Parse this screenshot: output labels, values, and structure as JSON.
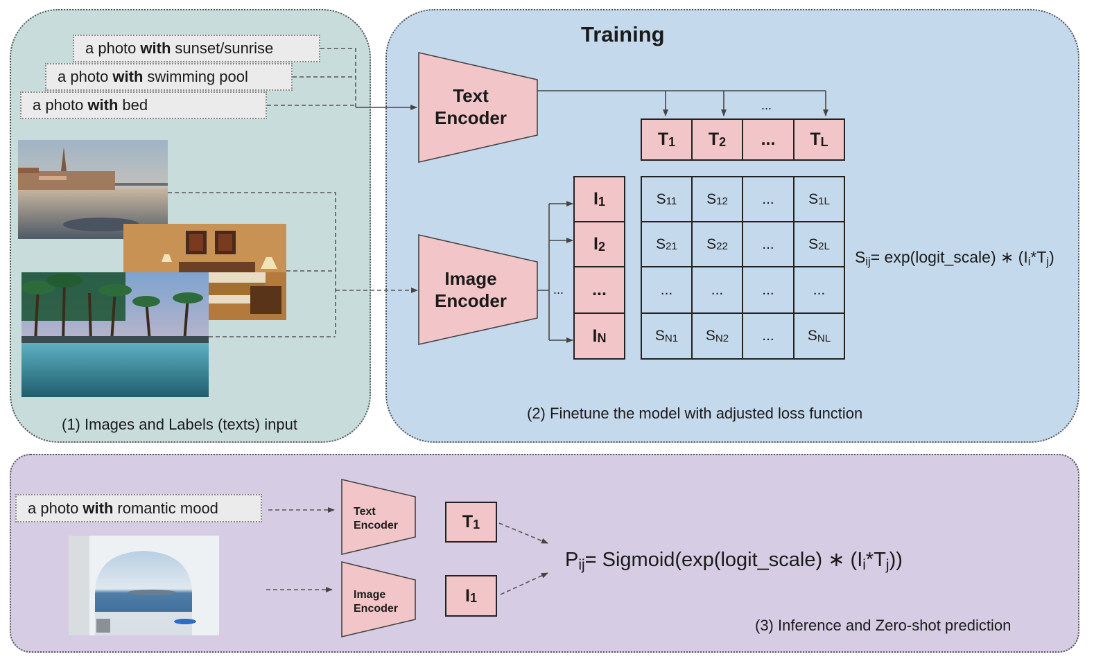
{
  "training_title": "Training",
  "captions": {
    "inputs": "(1)  Images and Labels (texts) input",
    "finetune": "(2)  Finetune the model with adjusted loss function",
    "inference": "(3)  Inference and Zero-shot prediction"
  },
  "labels": [
    {
      "prefix": "a photo",
      "bold": "with",
      "suffix": "sunset/sunrise"
    },
    {
      "prefix": "a photo",
      "bold": "with",
      "suffix": "swimming pool"
    },
    {
      "prefix": "a photo",
      "bold": "with",
      "suffix": "bed"
    }
  ],
  "inference_label": {
    "prefix": "a photo",
    "bold": "with",
    "suffix": "romantic mood"
  },
  "encoders": {
    "text_line1": "Text",
    "text_line2": "Encoder",
    "image_line1": "Image",
    "image_line2": "Encoder"
  },
  "ellipsis": "...",
  "text_embeddings": [
    {
      "main": "T",
      "sub": "1"
    },
    {
      "main": "T",
      "sub": "2"
    },
    {
      "main": "...",
      "sub": ""
    },
    {
      "main": "T",
      "sub": "L"
    }
  ],
  "image_embeddings": [
    {
      "main": "I",
      "sub": "1"
    },
    {
      "main": "I",
      "sub": "2"
    },
    {
      "main": "...",
      "sub": ""
    },
    {
      "main": "I",
      "sub": "N"
    }
  ],
  "similarity_matrix": [
    [
      {
        "main": "S",
        "sub": "11"
      },
      {
        "main": "S",
        "sub": "12"
      },
      {
        "main": "...",
        "sub": ""
      },
      {
        "main": "S",
        "sub": "1L"
      }
    ],
    [
      {
        "main": "S",
        "sub": "21"
      },
      {
        "main": "S",
        "sub": "22"
      },
      {
        "main": "...",
        "sub": ""
      },
      {
        "main": "S",
        "sub": "2L"
      }
    ],
    [
      {
        "main": "...",
        "sub": ""
      },
      {
        "main": "...",
        "sub": ""
      },
      {
        "main": "...",
        "sub": ""
      },
      {
        "main": "...",
        "sub": ""
      }
    ],
    [
      {
        "main": "S",
        "sub": "N1"
      },
      {
        "main": "S",
        "sub": "N2"
      },
      {
        "main": "...",
        "sub": ""
      },
      {
        "main": "S",
        "sub": "NL"
      }
    ]
  ],
  "similarity_formula": {
    "lhs_main": "S",
    "lhs_sub": "ij",
    "body": "= exp(logit_scale) ∗ (I",
    "i_sub": "i",
    "mid": "*T",
    "j_sub": "j",
    "end": ")"
  },
  "inference_T": {
    "main": "T",
    "sub": "1"
  },
  "inference_I": {
    "main": "I",
    "sub": "1"
  },
  "prediction_formula": {
    "lhs_main": "P",
    "lhs_sub": "ij",
    "body": "= Sigmoid(exp(logit_scale) ∗ (I",
    "i_sub": "i",
    "mid": "*T",
    "j_sub": "j",
    "end": "))"
  }
}
